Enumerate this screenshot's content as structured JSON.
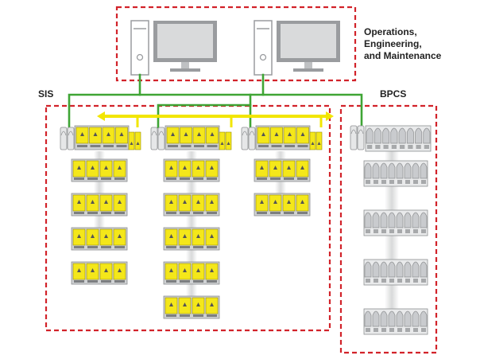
{
  "labels": {
    "ops_line1": "Operations,",
    "ops_line2": "Engineering,",
    "ops_line3": "and Maintenance",
    "sis": "SIS",
    "bpcs": "BPCS"
  },
  "colors": {
    "zone_border": "#d2232a",
    "network": "#3fa535",
    "peer_link": "#f2e600",
    "sis_module": "#f4e71a",
    "bpcs_module": "#c9cbce",
    "monitor_frame": "#9a9c9f",
    "monitor_screen": "#d9dadb"
  },
  "sis_columns": [
    {
      "node_count": 4
    },
    {
      "node_count": 5
    },
    {
      "node_count": 2
    }
  ],
  "bpcs": {
    "io_carriers": 4
  },
  "workstations": [
    "workstation-1",
    "workstation-2"
  ]
}
